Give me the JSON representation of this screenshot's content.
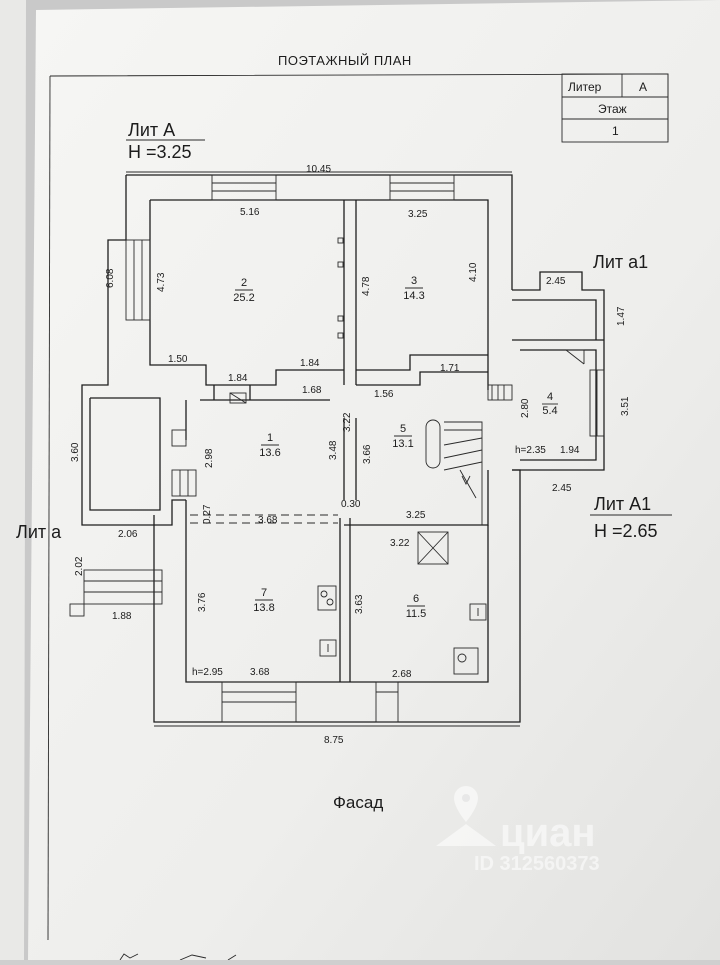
{
  "header": {
    "title": "ПОЭТАЖНЫЙ ПЛАН"
  },
  "stamp": {
    "liter_label": "Литер",
    "liter_value": "А",
    "floor_label": "Этаж",
    "floor_value": "1"
  },
  "labels": {
    "lit_A": "Лит  А",
    "lit_A_height": "Н =3.25",
    "lit_a1": "Лит  а1",
    "lit_A1": "Лит  А1",
    "lit_A1_height": "Н =2.65",
    "lit_a": "Лит  а"
  },
  "rooms": [
    {
      "number": "1",
      "area": "13.6"
    },
    {
      "number": "2",
      "area": "25.2"
    },
    {
      "number": "3",
      "area": "14.3"
    },
    {
      "number": "4",
      "area": "5.4"
    },
    {
      "number": "5",
      "area": "13.1"
    },
    {
      "number": "6",
      "area": "11.5"
    },
    {
      "number": "7",
      "area": "13.8"
    }
  ],
  "dimensions": {
    "top_total": "10.45",
    "room2_top": "5.16",
    "room3_top": "3.25",
    "left_outer": "6.08",
    "room2_height": "4.73",
    "corridor_height": "4.78",
    "room3_height": "4.10",
    "d_1_50": "1.50",
    "d_1_84a": "1.84",
    "d_1_84b": "1.84",
    "d_1_68a": "1.68",
    "d_1_56": "1.56",
    "d_1_71": "1.71",
    "a1_top": "2.45",
    "a1_side": "1.47",
    "a1_right": "3.51",
    "room4_h": "2.80",
    "h_235": "h=2.35",
    "d_1_94": "1.94",
    "a1_bottom": "2.45",
    "porch_left": "3.60",
    "room1_left": "2.98",
    "room1_mid": "3.48",
    "corr_322": "3.22",
    "corr_366": "3.66",
    "d_0_30": "0.30",
    "d_0_27": "0.27",
    "d_3_68a": "3.68",
    "d_3_25b": "3.25",
    "d_3_22b": "3.22",
    "porch_w": "2.06",
    "stair_h": "2.02",
    "stair_w": "1.88",
    "room7_left": "3.76",
    "room6_left": "3.63",
    "h_295": "h=2.95",
    "d_3_68b": "3.68",
    "d_2_68": "2.68",
    "bottom_total": "8.75"
  },
  "footer": {
    "facade": "Фасад"
  },
  "watermark": {
    "brand": "циан",
    "listing_id": "ID 312560373"
  },
  "colors": {
    "paper": "#f1f1ef",
    "ink": "#1e1e1e",
    "background": "#cfcfcf"
  }
}
